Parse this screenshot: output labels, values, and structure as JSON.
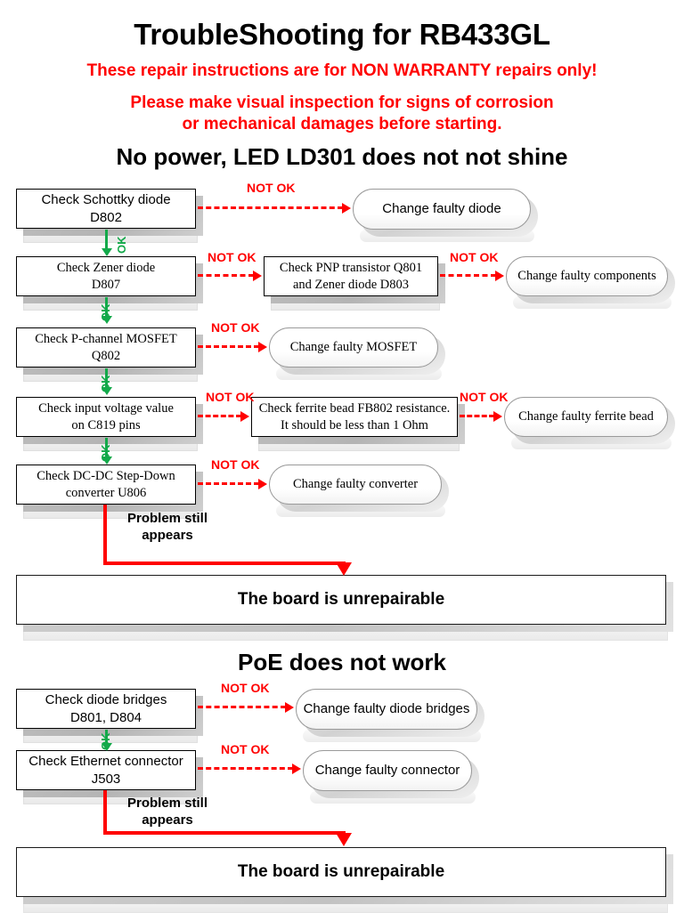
{
  "document": {
    "title": "TroubleShooting for RB433GL",
    "warning_line1": "These repair instructions are for NON WARRANTY repairs only!",
    "warning_line2a": "Please make visual inspection for signs of corrosion",
    "warning_line2b": "or mechanical damages before starting."
  },
  "labels": {
    "ok": "OK",
    "not_ok": "NOT OK",
    "problem_line1": "Problem still",
    "problem_line2": "appears",
    "unrepairable": "The board is unrepairable"
  },
  "colors": {
    "warning_red": "#ff0000",
    "ok_green": "#13a94a",
    "box_border": "#000000",
    "background": "#ffffff"
  },
  "section1": {
    "heading": "No power, LED LD301 does not not shine",
    "steps": [
      {
        "check_line1": "Check Schottky diode",
        "check_line2": "D802",
        "action": "Change faulty diode"
      },
      {
        "check_line1": "Check Zener diode",
        "check_line2": "D807",
        "middle_line1": "Check PNP transistor  Q801",
        "middle_line2": "and Zener diode D803",
        "action": "Change faulty components"
      },
      {
        "check_line1": "Check P-channel MOSFET",
        "check_line2": "Q802",
        "action": "Change faulty MOSFET"
      },
      {
        "check_line1": "Check input voltage value",
        "check_line2": "on C819  pins",
        "middle_line1": "Check ferrite bead FB802 resistance.",
        "middle_line2": "It should be less than  1 Ohm",
        "action": "Change faulty ferrite bead"
      },
      {
        "check_line1": "Check DC-DC Step-Down",
        "check_line2": "converter U806",
        "action": "Change faulty converter"
      }
    ]
  },
  "section2": {
    "heading": "PoE does not work",
    "steps": [
      {
        "check_line1": "Check diode bridges",
        "check_line2": "D801, D804",
        "action": "Change faulty diode bridges"
      },
      {
        "check_line1": "Check Ethernet connector",
        "check_line2": "J503",
        "action": "Change faulty connector"
      }
    ]
  }
}
